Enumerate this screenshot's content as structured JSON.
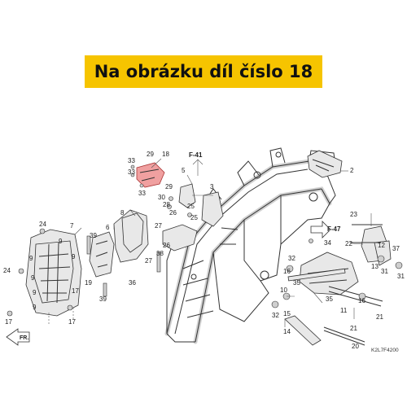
{
  "banner": {
    "text": "Na obrázku díl číslo 18",
    "color": "#f6c400"
  },
  "references": {
    "f41": "F-41",
    "f47": "F-47"
  },
  "direction": "FR.",
  "diagram_code": "K2L7F4200",
  "callouts": [
    {
      "id": "c18",
      "text": "18"
    },
    {
      "id": "c29a",
      "text": "29"
    },
    {
      "id": "c33a",
      "text": "33"
    },
    {
      "id": "c33b",
      "text": "33"
    },
    {
      "id": "c33c",
      "text": "33"
    },
    {
      "id": "c5",
      "text": "5"
    },
    {
      "id": "c3",
      "text": "3"
    },
    {
      "id": "c29b",
      "text": "29"
    },
    {
      "id": "c30",
      "text": "30"
    },
    {
      "id": "c28",
      "text": "28"
    },
    {
      "id": "c25",
      "text": "25"
    },
    {
      "id": "c25b",
      "text": "25"
    },
    {
      "id": "c26a",
      "text": "26"
    },
    {
      "id": "c27a",
      "text": "27"
    },
    {
      "id": "c27b",
      "text": "27"
    },
    {
      "id": "c8",
      "text": "8"
    },
    {
      "id": "c6",
      "text": "6"
    },
    {
      "id": "c7",
      "text": "7"
    },
    {
      "id": "c24a",
      "text": "24"
    },
    {
      "id": "c24b",
      "text": "24"
    },
    {
      "id": "c39a",
      "text": "39"
    },
    {
      "id": "c39b",
      "text": "39"
    },
    {
      "id": "c19",
      "text": "19"
    },
    {
      "id": "c36",
      "text": "36"
    },
    {
      "id": "c38",
      "text": "38"
    },
    {
      "id": "c26b",
      "text": "26"
    },
    {
      "id": "c9a",
      "text": "9"
    },
    {
      "id": "c9b",
      "text": "9"
    },
    {
      "id": "c9c",
      "text": "9"
    },
    {
      "id": "c9d",
      "text": "9"
    },
    {
      "id": "c9e",
      "text": "9"
    },
    {
      "id": "c9f",
      "text": "9"
    },
    {
      "id": "c17a",
      "text": "17"
    },
    {
      "id": "c17b",
      "text": "17"
    },
    {
      "id": "c17c",
      "text": "17"
    },
    {
      "id": "c2",
      "text": "2"
    },
    {
      "id": "c23",
      "text": "23"
    },
    {
      "id": "c22",
      "text": "22"
    },
    {
      "id": "c34",
      "text": "34"
    },
    {
      "id": "c32a",
      "text": "32"
    },
    {
      "id": "c16a",
      "text": "16"
    },
    {
      "id": "c35a",
      "text": "35"
    },
    {
      "id": "c35b",
      "text": "35"
    },
    {
      "id": "c10",
      "text": "10"
    },
    {
      "id": "c11",
      "text": "11"
    },
    {
      "id": "c15",
      "text": "15"
    },
    {
      "id": "c16b",
      "text": "16"
    },
    {
      "id": "c21a",
      "text": "21"
    },
    {
      "id": "c21b",
      "text": "21"
    },
    {
      "id": "c32b",
      "text": "32"
    },
    {
      "id": "c14",
      "text": "14"
    },
    {
      "id": "c20",
      "text": "20"
    },
    {
      "id": "c12",
      "text": "12"
    },
    {
      "id": "c13",
      "text": "13"
    },
    {
      "id": "c37",
      "text": "37"
    },
    {
      "id": "c31a",
      "text": "31"
    },
    {
      "id": "c31b",
      "text": "31"
    }
  ]
}
